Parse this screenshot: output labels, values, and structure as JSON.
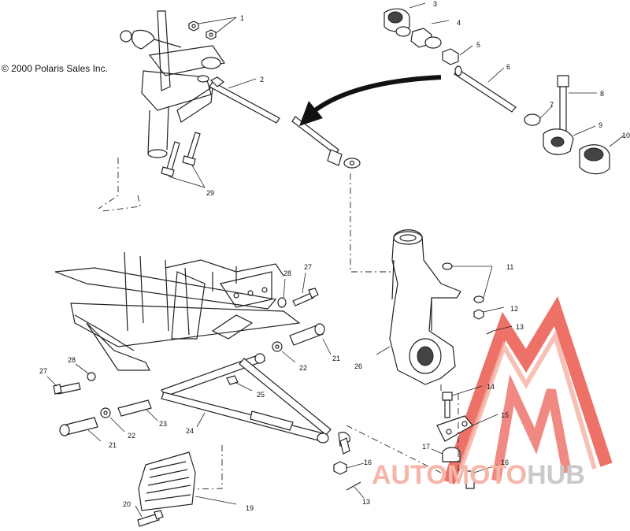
{
  "copyright": "© 2000 Polaris Sales Inc.",
  "callouts": [
    "1",
    "2",
    "3",
    "4",
    "5",
    "6",
    "7",
    "8",
    "9",
    "10",
    "11",
    "12",
    "13",
    "14",
    "15",
    "16",
    "17",
    "20",
    "19",
    "21",
    "22",
    "23",
    "24",
    "25",
    "26",
    "27",
    "28",
    "29",
    "13",
    "16",
    "21",
    "22",
    "27",
    "28"
  ],
  "watermark": {
    "word_part1": "AUTO",
    "word_part2": "MOTO",
    "word_part3": "HUB",
    "color_primary": "#f7b5a8",
    "color_secondary": "#c9c9c9",
    "logo_color": "#e8463a"
  }
}
